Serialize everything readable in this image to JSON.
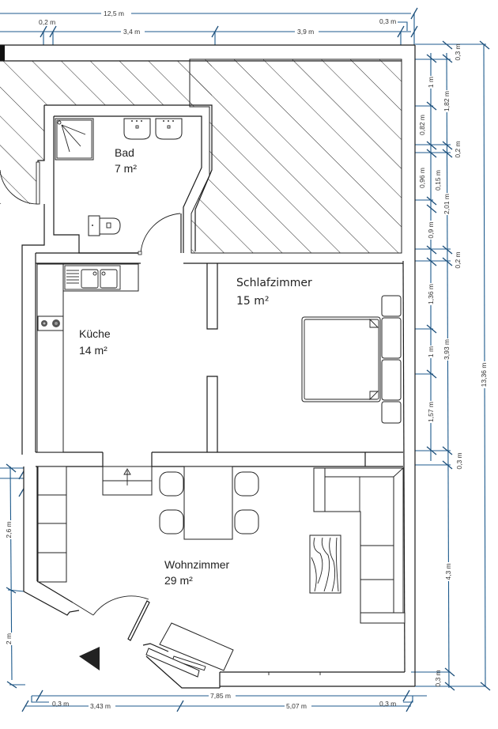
{
  "rooms": {
    "bad": {
      "name": "Bad",
      "area": "7 m²"
    },
    "kueche": {
      "name": "Küche",
      "area": "14 m²"
    },
    "schlafzimmer": {
      "name": "Schlafzimmer",
      "area": "15 m²"
    },
    "wohnzimmer": {
      "name": "Wohnzimmer",
      "area": "29 m²"
    }
  },
  "dimensions": {
    "top": {
      "overall": "12,5 m",
      "wall_left": "0,2 m",
      "segment_1": "3,4 m",
      "segment_2": "3,9 m",
      "wall_right": "0,3 m"
    },
    "bottom": {
      "overall": "7,85 m",
      "wall_left": "0,3 m",
      "segment_1": "3,43 m",
      "segment_2": "5,07 m",
      "wall_right": "0,3 m"
    },
    "right_inner": {
      "top_wall": "0,3 m",
      "a": "1 m",
      "b": "0,82 m",
      "c": "0,96 m",
      "d": "0,9 m",
      "e": "1,36 m",
      "f": "1 m",
      "g": "1,57 m",
      "h": "0,3 m"
    },
    "right_middle": {
      "a": "1,82 m",
      "wall_1": "0,2 m",
      "gap": "0,15 m",
      "b": "2,01 m",
      "wall_2": "0,2 m",
      "c": "3,93 m",
      "d": "4,3 m",
      "wall_3": "0,3 m"
    },
    "right_outer": {
      "top_wall": "0,3 m",
      "overall": "13,36 m"
    },
    "left": {
      "a": "2,6 m",
      "b": "2 m"
    }
  },
  "colors": {
    "wall": "#1a1a1a",
    "dimension_line": "#1d5a8c",
    "background": "#ffffff"
  }
}
